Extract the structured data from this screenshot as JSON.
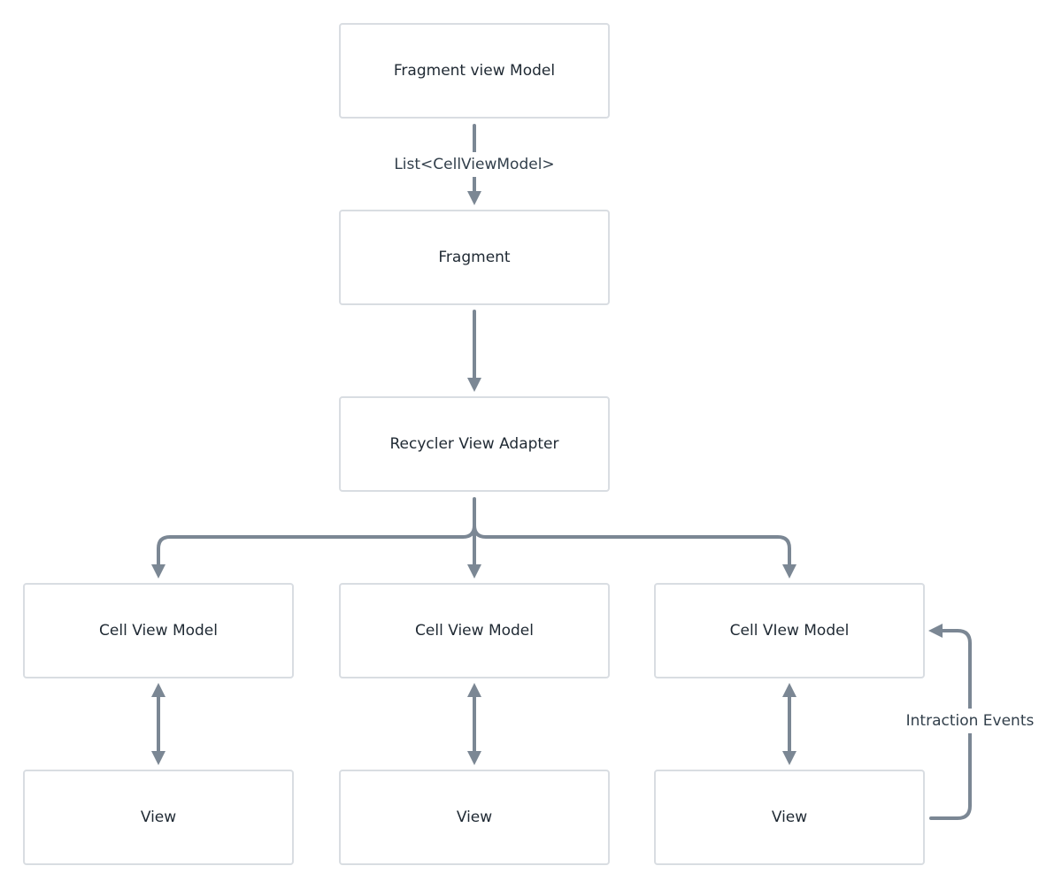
{
  "diagram": {
    "colors": {
      "background": "#ffffff",
      "box_border": "#d9dde2",
      "connector": "#7b8794",
      "text": "#1f2933"
    },
    "nodes": {
      "fragment_view_model": "Fragment view Model",
      "fragment": "Fragment",
      "recycler_view_adapter": "Recycler View Adapter",
      "cell_view_model_1": "Cell View Model",
      "cell_view_model_2": "Cell View Model",
      "cell_view_model_3": "Cell VIew Model",
      "view_1": "View",
      "view_2": "View",
      "view_3": "View"
    },
    "edges": {
      "list_label": "List<CellViewModel>",
      "events_label": "Intraction Events"
    }
  }
}
